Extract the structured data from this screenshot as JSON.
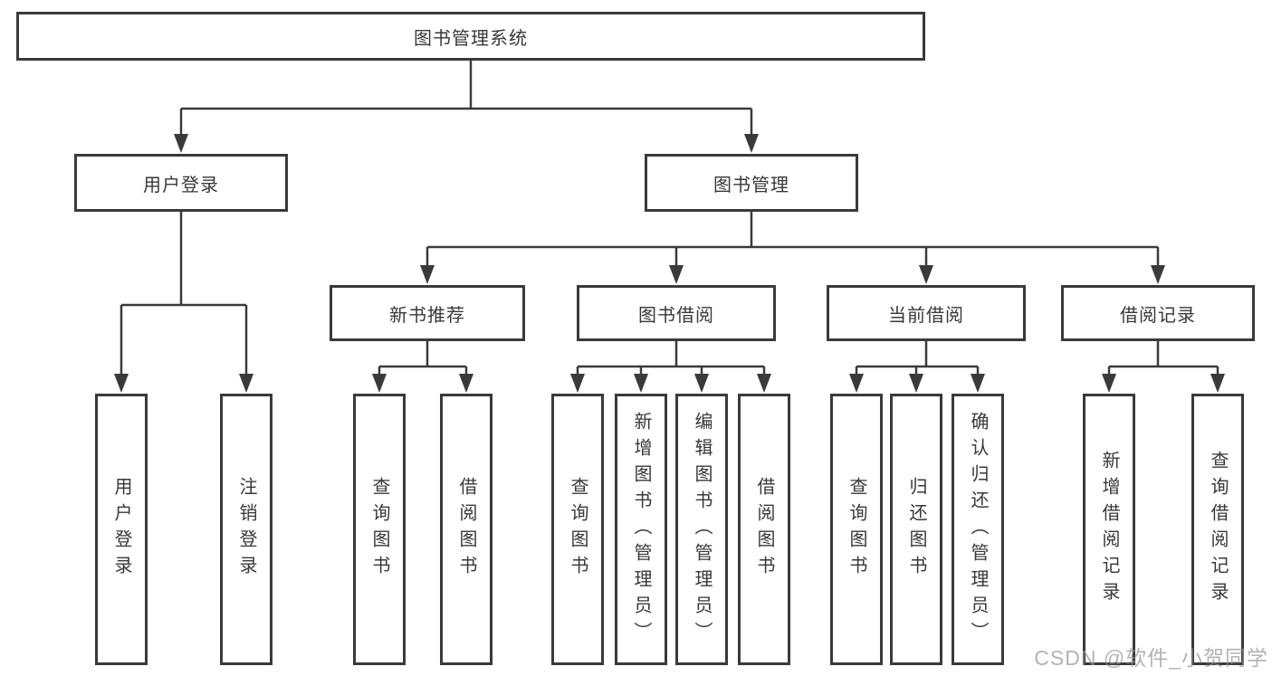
{
  "root": {
    "label": "图书管理系统"
  },
  "branches": [
    {
      "label": "用户登录"
    },
    {
      "label": "图书管理"
    }
  ],
  "modules": [
    {
      "label": "新书推荐"
    },
    {
      "label": "图书借阅"
    },
    {
      "label": "当前借阅"
    },
    {
      "label": "借阅记录"
    }
  ],
  "functions": [
    {
      "label": "用户登录"
    },
    {
      "label": "注销登录"
    },
    {
      "label": "查询图书"
    },
    {
      "label": "借阅图书"
    },
    {
      "label": "查询图书"
    },
    {
      "label": "新增图书（管理员）"
    },
    {
      "label": "编辑图书（管理员）"
    },
    {
      "label": "借阅图书"
    },
    {
      "label": "查询图书"
    },
    {
      "label": "归还图书"
    },
    {
      "label": "确认归还（管理员）"
    },
    {
      "label": "新增借阅记录"
    },
    {
      "label": "查询借阅记录"
    }
  ],
  "watermark": {
    "text": "CSDN @软件_小贺同学"
  },
  "colors": {
    "line": "#3a3a3a",
    "text": "#383838",
    "background": "#ffffff",
    "watermark": "#969696"
  }
}
